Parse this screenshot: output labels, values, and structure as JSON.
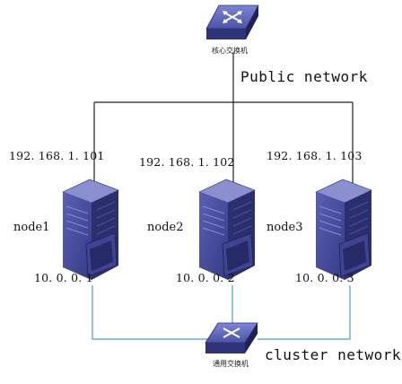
{
  "diagram": {
    "core_switch": {
      "label": "核心交换机",
      "icon": "switch-icon"
    },
    "public_network": {
      "label": "Public network",
      "line_color": "#222222"
    },
    "cluster_switch": {
      "label": "通用交换机",
      "icon": "switch-icon"
    },
    "cluster_network": {
      "label": "cluster network",
      "line_color": "#4a9ec9"
    },
    "nodes": [
      {
        "name": "node1",
        "public_ip": "192. 168. 1. 101",
        "cluster_ip": "10. 0. 0. 1",
        "icon": "server-icon"
      },
      {
        "name": "node2",
        "public_ip": "192. 168. 1. 102",
        "cluster_ip": "10. 0. 0. 2",
        "icon": "server-icon"
      },
      {
        "name": "node3",
        "public_ip": "192. 168. 1. 103",
        "cluster_ip": "10. 0. 0. 3",
        "icon": "server-icon"
      }
    ],
    "colors": {
      "server_front": "#4a4f9e",
      "server_side": "#2c2f6e",
      "server_top": "#8a8fd0",
      "switch_top": "#5b62b8"
    }
  }
}
